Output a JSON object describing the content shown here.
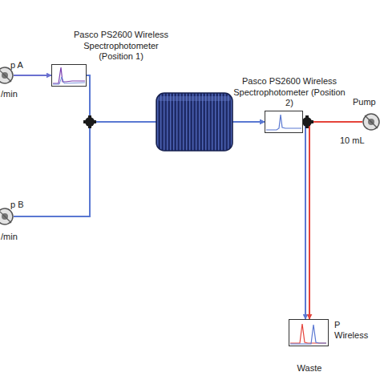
{
  "diagram": {
    "nodes": [
      {
        "text": [
          "p A",
          "/min"
        ]
      },
      {
        "text": [
          "Pasco PS2600 Wireless Spectrophotometer (Position 1)"
        ]
      },
      {
        "text": [
          "p B",
          "/min"
        ]
      },
      {
        "text": [
          "Pasco PS2600 Wireless Spectrophotometer (Position 2)"
        ]
      },
      {
        "text": [
          "Pump",
          "10 mL"
        ]
      },
      {
        "text": [
          "P Wireless",
          "Waste"
        ]
      }
    ],
    "edges": [
      {
        "from": 0,
        "to": 1,
        "arrow": "to"
      },
      {
        "from": 1,
        "to": 3,
        "arrow": "to"
      },
      {
        "from": 2,
        "to": 3,
        "arrow": "to"
      },
      {
        "from": 3,
        "to": 5,
        "arrow": "to"
      },
      {
        "from": 4,
        "to": 5,
        "arrow": "to"
      }
    ]
  }
}
